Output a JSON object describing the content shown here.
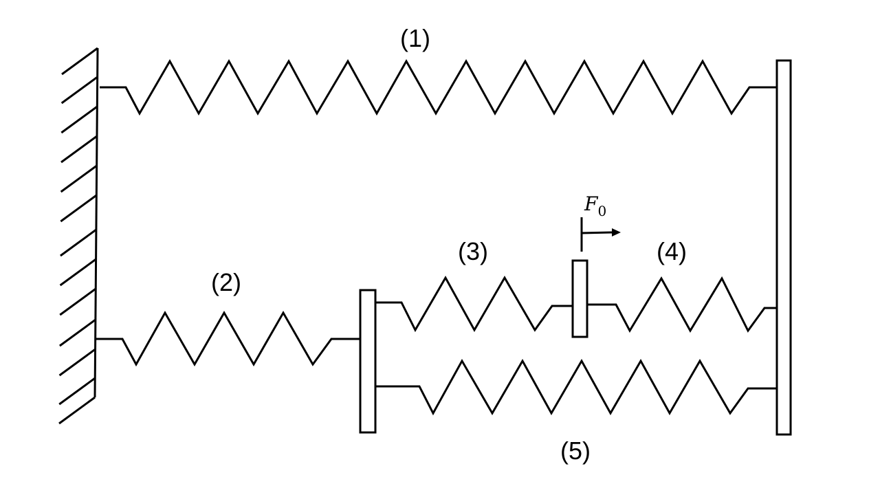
{
  "diagram": {
    "springs": [
      {
        "id": "1",
        "label": "(1)"
      },
      {
        "id": "2",
        "label": "(2)"
      },
      {
        "id": "3",
        "label": "(3)"
      },
      {
        "id": "4",
        "label": "(4)"
      },
      {
        "id": "5",
        "label": "(5)"
      }
    ],
    "force": {
      "symbol": "F",
      "subscript": "0"
    },
    "colors": {
      "stroke": "#000000",
      "background": "#ffffff"
    }
  }
}
